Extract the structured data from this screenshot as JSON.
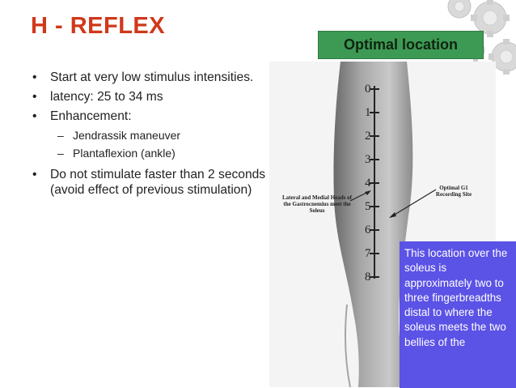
{
  "slide": {
    "title": "H - REFLEX",
    "bullets": [
      "Start at very low stimulus intensities.",
      "latency: 25 to 34 ms",
      "Enhancement:"
    ],
    "sub_bullets": [
      "Jendrassik maneuver",
      "Plantaflexion (ankle)"
    ],
    "last_bullet": "Do not stimulate faster than 2 seconds (avoid effect of previous stimulation)"
  },
  "callout": {
    "label": "Optimal location",
    "color": "#3d9a55"
  },
  "figure": {
    "scale_marks": [
      "0",
      "1",
      "2",
      "3",
      "4",
      "5",
      "6",
      "7",
      "8"
    ],
    "left_label": "Lateral and Medial Heads of the Gastrocnemius meet the Soleus",
    "right_label": "Optimal G1 Recording Site"
  },
  "note": {
    "text": "This location over the soleus is approximately two to three fingerbreadths distal to where the soleus meets the two bellies of the",
    "color": "#5b52e6"
  }
}
